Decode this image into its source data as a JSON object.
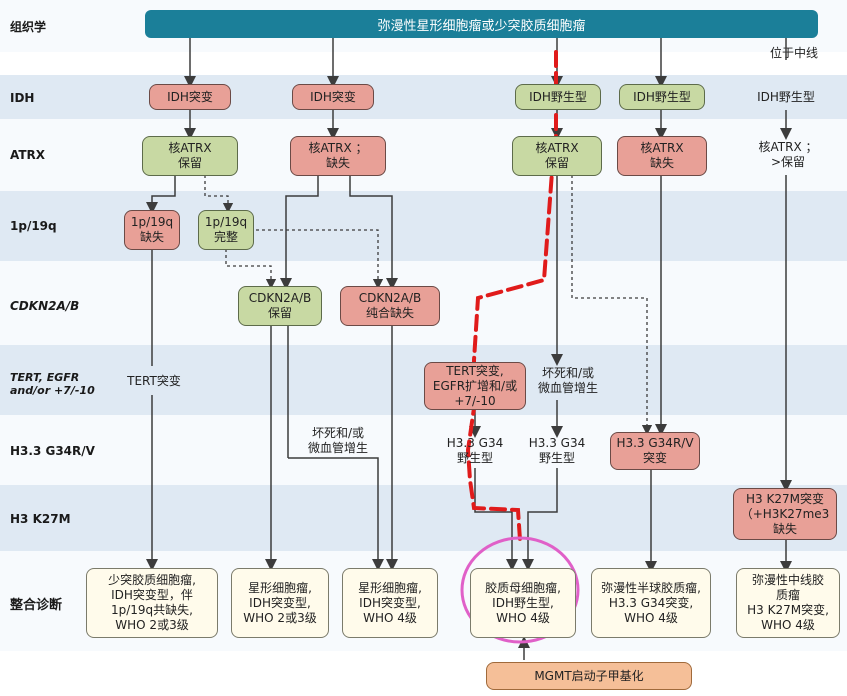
{
  "header": {
    "title": "弥漫性星形细胞瘤或少突胶质细胞瘤",
    "corner_note": "位于中线"
  },
  "rows": [
    {
      "label": "组织学",
      "italic": false
    },
    {
      "label": "IDH",
      "italic": false
    },
    {
      "label": "ATRX",
      "italic": false
    },
    {
      "label": "1p/19q",
      "italic": false
    },
    {
      "label": "CDKN2A/B",
      "italic": true
    },
    {
      "label": "TERT, EGFR\nand/or +7/-10",
      "italic": true
    },
    {
      "label": "H3.3 G34R/V",
      "italic": false
    },
    {
      "label": "H3 K27M",
      "italic": false
    },
    {
      "label": "整合诊断",
      "italic": false
    }
  ],
  "nodes": {
    "idh_mut_1": "IDH突变",
    "idh_mut_2": "IDH突变",
    "idh_wt_1": "IDH野生型",
    "idh_wt_2": "IDH野生型",
    "idh_wt_3": "IDH野生型",
    "atrx_retained_1": "核ATRX\n保留",
    "atrx_lost_1": "核ATRX ；\n缺失",
    "atrx_retained_2": "核ATRX\n保留",
    "atrx_lost_2": "核ATRX\n缺失",
    "atrx_retained_3": "核ATRX ；\n>保留",
    "codeleted": "1p/19q\n缺失",
    "intact": "1p/19q\n完整",
    "cdkn_retained": "CDKN2A/B\n保留",
    "cdkn_deleted": "CDKN2A/B\n纯合缺失",
    "tert_mut": "TERT突变",
    "tert_egfr": "TERT突变,\nEGFR扩增和/或\n+7/-10",
    "necrosis_1": "坏死和/或\n微血管增生",
    "necrosis_2": "坏死和/或\n微血管增生",
    "h33_wt_1": "H3.3 G34\n野生型",
    "h33_wt_2": "H3.3 G34\n野生型",
    "h33_mut": "H3.3 G34R/V\n突变",
    "h3k27m": "H3 K27M突变\n（+H3K27me3\n缺失",
    "dx_oligo": "少突胶质细胞瘤,\nIDH突变型，伴\n1p/19q共缺失,\nWHO 2或3级",
    "dx_astro_23": "星形细胞瘤,\nIDH突变型,\nWHO 2或3级",
    "dx_astro_4": "星形细胞瘤,\nIDH突变型,\nWHO 4级",
    "dx_gbm": "胶质母细胞瘤,\nIDH野生型,\nWHO 4级",
    "dx_hemi": "弥漫性半球胶质瘤,\nH3.3 G34突变,\nWHO 4级",
    "dx_midline": "弥漫性中线胶\n质瘤\nH3 K27M突变,\nWHO 4级",
    "mgmt": "MGMT启动子甲基化"
  },
  "colors": {
    "header": "#1b7f99",
    "mutant_node": "#e8a097",
    "normal_node": "#c8d9a3",
    "diagnosis_node": "#fffbeb",
    "mgmt_node": "#f5bf98",
    "annotation_red": "#e01b1b",
    "annotation_circle": "#e060c8"
  }
}
